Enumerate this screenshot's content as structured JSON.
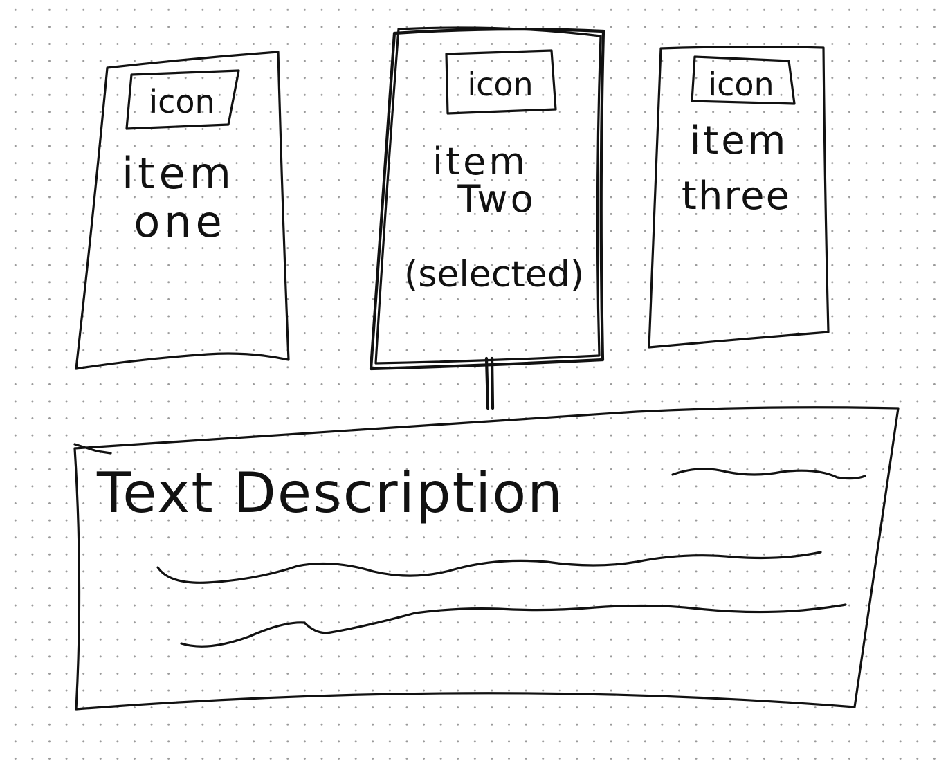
{
  "cards": [
    {
      "icon_label": "icon",
      "line1": "item",
      "line2": "one",
      "note": "",
      "selected": false
    },
    {
      "icon_label": "icon",
      "line1": "item",
      "line2": "Two",
      "note": "(selected)",
      "selected": true
    },
    {
      "icon_label": "icon",
      "line1": "item",
      "line2": "three",
      "note": "",
      "selected": false
    }
  ],
  "description": {
    "title": "Text Description"
  }
}
